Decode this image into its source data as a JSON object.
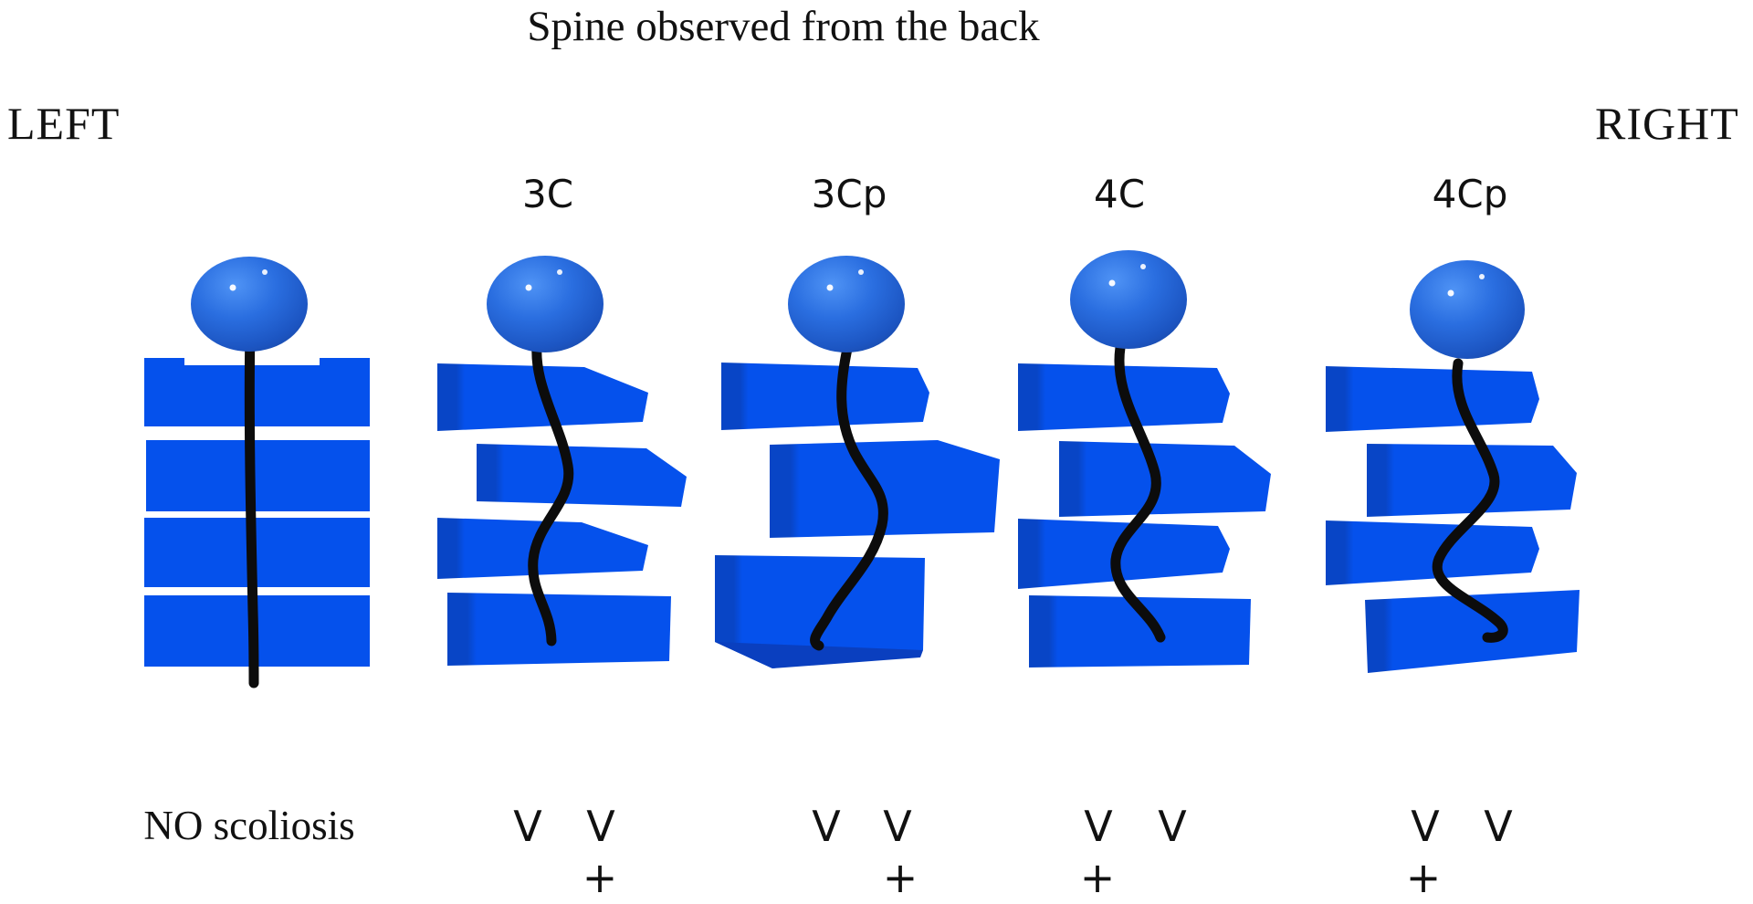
{
  "title": "Spine observed from the back",
  "orientation": {
    "left": "LEFT",
    "right": "RIGHT"
  },
  "columns": [
    {
      "name": "no-scoliosis",
      "top_label": "",
      "caption": "NO scoliosis",
      "block_count": 4,
      "spine_curve": "straight",
      "marks": null
    },
    {
      "name": "3C",
      "top_label": "3C",
      "block_count": 4,
      "spine_curve": "s-curve",
      "marks": {
        "v_left": "V",
        "v_right": "V",
        "plus": "+",
        "plus_under": "right"
      }
    },
    {
      "name": "3Cp",
      "top_label": "3Cp",
      "block_count": 3,
      "spine_curve": "s-curve",
      "marks": {
        "v_left": "V",
        "v_right": "V",
        "plus": "+",
        "plus_under": "right"
      }
    },
    {
      "name": "4C",
      "top_label": "4C",
      "block_count": 4,
      "spine_curve": "double-s-curve",
      "marks": {
        "v_left": "V",
        "v_right": "V",
        "plus": "+",
        "plus_under": "left"
      }
    },
    {
      "name": "4Cp",
      "top_label": "4Cp",
      "block_count": 4,
      "spine_curve": "double-s-curve",
      "marks": {
        "v_left": "V",
        "v_right": "V",
        "plus": "+",
        "plus_under": "left"
      }
    }
  ],
  "colors": {
    "background": "#ffffff",
    "block_front": "#0551ec",
    "block_side": "#0845c6",
    "head_highlight": "#4f93f5",
    "head_mid": "#2a6ee0",
    "head_dark": "#1a4cae",
    "spine_line": "#0c0c0c",
    "text": "#111111"
  }
}
